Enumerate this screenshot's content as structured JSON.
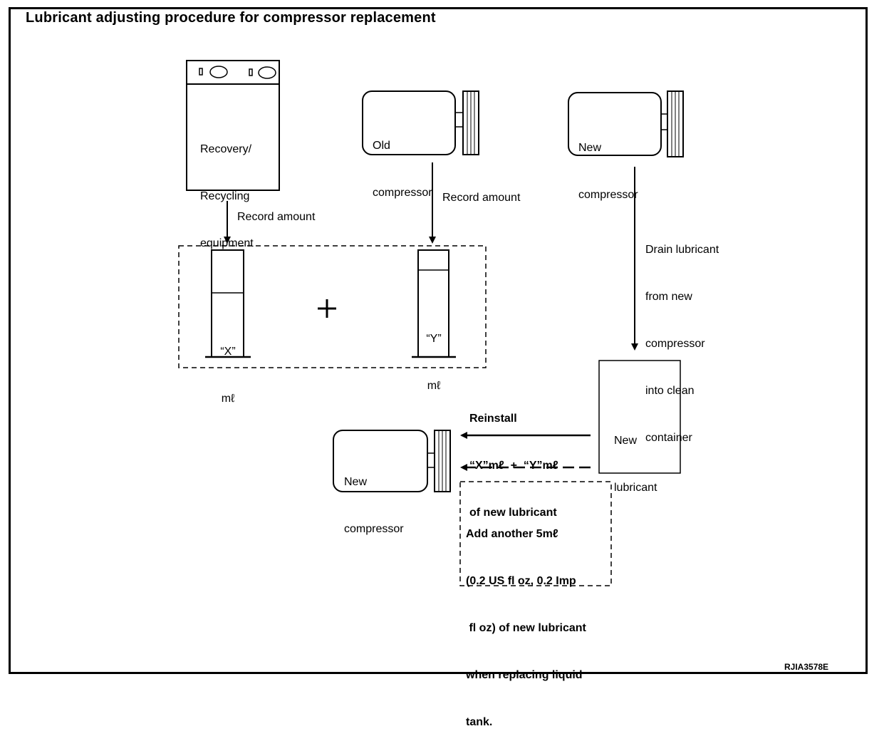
{
  "title": "Lubricant adjusting procedure for compressor replacement",
  "recovery_equipment": {
    "label_lines": [
      "Recovery/",
      "Recycling",
      "equipment"
    ]
  },
  "old_compressor": {
    "label_lines": [
      "Old",
      "compressor"
    ]
  },
  "new_compressor_top": {
    "label_lines": [
      "New",
      "compressor"
    ]
  },
  "new_compressor_bottom": {
    "label_lines": [
      "New",
      "compressor"
    ]
  },
  "arrows": {
    "record_amount_left": "Record amount",
    "record_amount_right": "Record amount",
    "drain_lines": [
      "Drain lubricant",
      "from new",
      "compressor",
      "into clean",
      "container"
    ]
  },
  "cylinders": {
    "x_label_lines": [
      "“X”",
      "mℓ"
    ],
    "y_label_lines": [
      "“Y”",
      "mℓ"
    ],
    "plus": "+"
  },
  "new_lubricant": {
    "label_lines": [
      "New",
      "lubricant"
    ]
  },
  "reinstall": {
    "lines": [
      "Reinstall",
      "“X”mℓ  +  “Y”mℓ",
      "of new lubricant"
    ]
  },
  "note": {
    "lines": [
      "Add another 5mℓ",
      "(0.2 US fl oz, 0.2 Imp",
      " fl oz) of new lubricant",
      "when replacing liquid",
      "tank."
    ]
  },
  "figure_ref": "RJIA3578E"
}
